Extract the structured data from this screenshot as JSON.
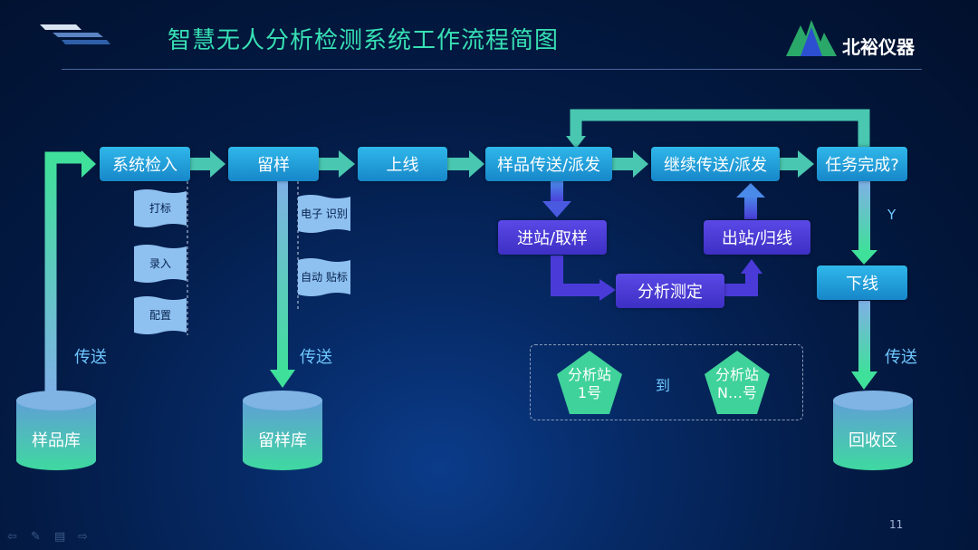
{
  "header": {
    "title": "智慧无人分析检测系统工作流程简图",
    "logo_text": "北裕仪器"
  },
  "nodes": {
    "check_in": "系统检入",
    "retain": "留样",
    "online": "上线",
    "transfer": "样品传送/派发",
    "continue_transfer": "继续传送/派发",
    "task_done": "任务完成?",
    "enter_station": "进站/取样",
    "analysis": "分析测定",
    "exit_station": "出站/归线",
    "offline": "下线"
  },
  "flags": {
    "print": "打标",
    "enter": "录入",
    "config": "配置",
    "e_identify": "电子\n识别",
    "auto_label": "自动\n贴标"
  },
  "stores": {
    "sample_store": "样品库",
    "retain_store": "留样库",
    "recycle": "回收区"
  },
  "labels": {
    "send1": "传送",
    "send2": "传送",
    "send3": "传送",
    "yes": "Y",
    "to": "到"
  },
  "stations": {
    "first": "分析站\n1号",
    "last": "分析站\nN…号"
  },
  "page_number": "11",
  "colors": {
    "arrow_green": "#3fd08f",
    "arrow_teal": "#49c7b0",
    "box_blue": "#1f9ad8",
    "box_purple": "#4a3bd8",
    "title": "#37e0b4"
  }
}
